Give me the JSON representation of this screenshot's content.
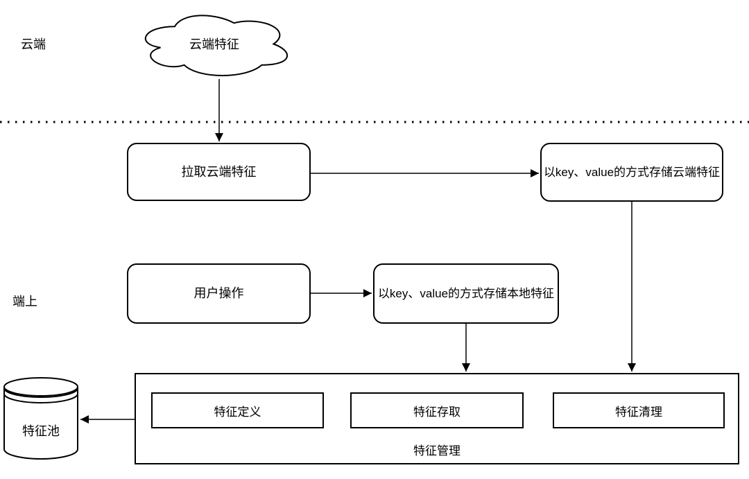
{
  "diagram": {
    "zones": {
      "cloud_label": "云端",
      "device_label": "端上"
    },
    "nodes": {
      "cloud_feature": {
        "label": "云端特征"
      },
      "pull_cloud_feature": {
        "label": "拉取云端特征"
      },
      "store_cloud_feature": {
        "label": "以key、value的方式存储云端特征"
      },
      "user_action": {
        "label": "用户操作"
      },
      "store_local_feature": {
        "label": "以key、value的方式存储本地特征"
      },
      "feature_management": {
        "label": "特征管理"
      },
      "feature_definition": {
        "label": "特征定义"
      },
      "feature_access": {
        "label": "特征存取"
      },
      "feature_cleanup": {
        "label": "特征清理"
      },
      "feature_pool": {
        "label": "特征池"
      }
    },
    "colors": {
      "stroke": "#000000",
      "background": "#ffffff"
    }
  }
}
